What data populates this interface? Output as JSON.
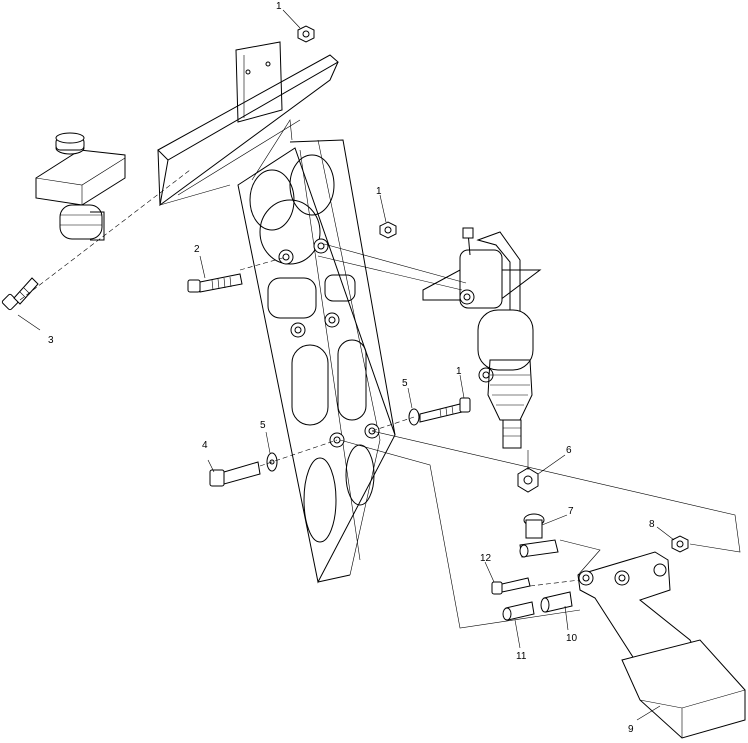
{
  "callouts": [
    {
      "id": "c1a",
      "label": "1"
    },
    {
      "id": "c1b",
      "label": "1"
    },
    {
      "id": "c1c",
      "label": "1"
    },
    {
      "id": "c2",
      "label": "2"
    },
    {
      "id": "c3",
      "label": "3"
    },
    {
      "id": "c4",
      "label": "4"
    },
    {
      "id": "c5a",
      "label": "5"
    },
    {
      "id": "c5b",
      "label": "5"
    },
    {
      "id": "c6",
      "label": "6"
    },
    {
      "id": "c7",
      "label": "7"
    },
    {
      "id": "c8",
      "label": "8"
    },
    {
      "id": "c9",
      "label": "9"
    },
    {
      "id": "c10",
      "label": "10"
    },
    {
      "id": "c11",
      "label": "11"
    },
    {
      "id": "c12",
      "label": "12"
    }
  ]
}
